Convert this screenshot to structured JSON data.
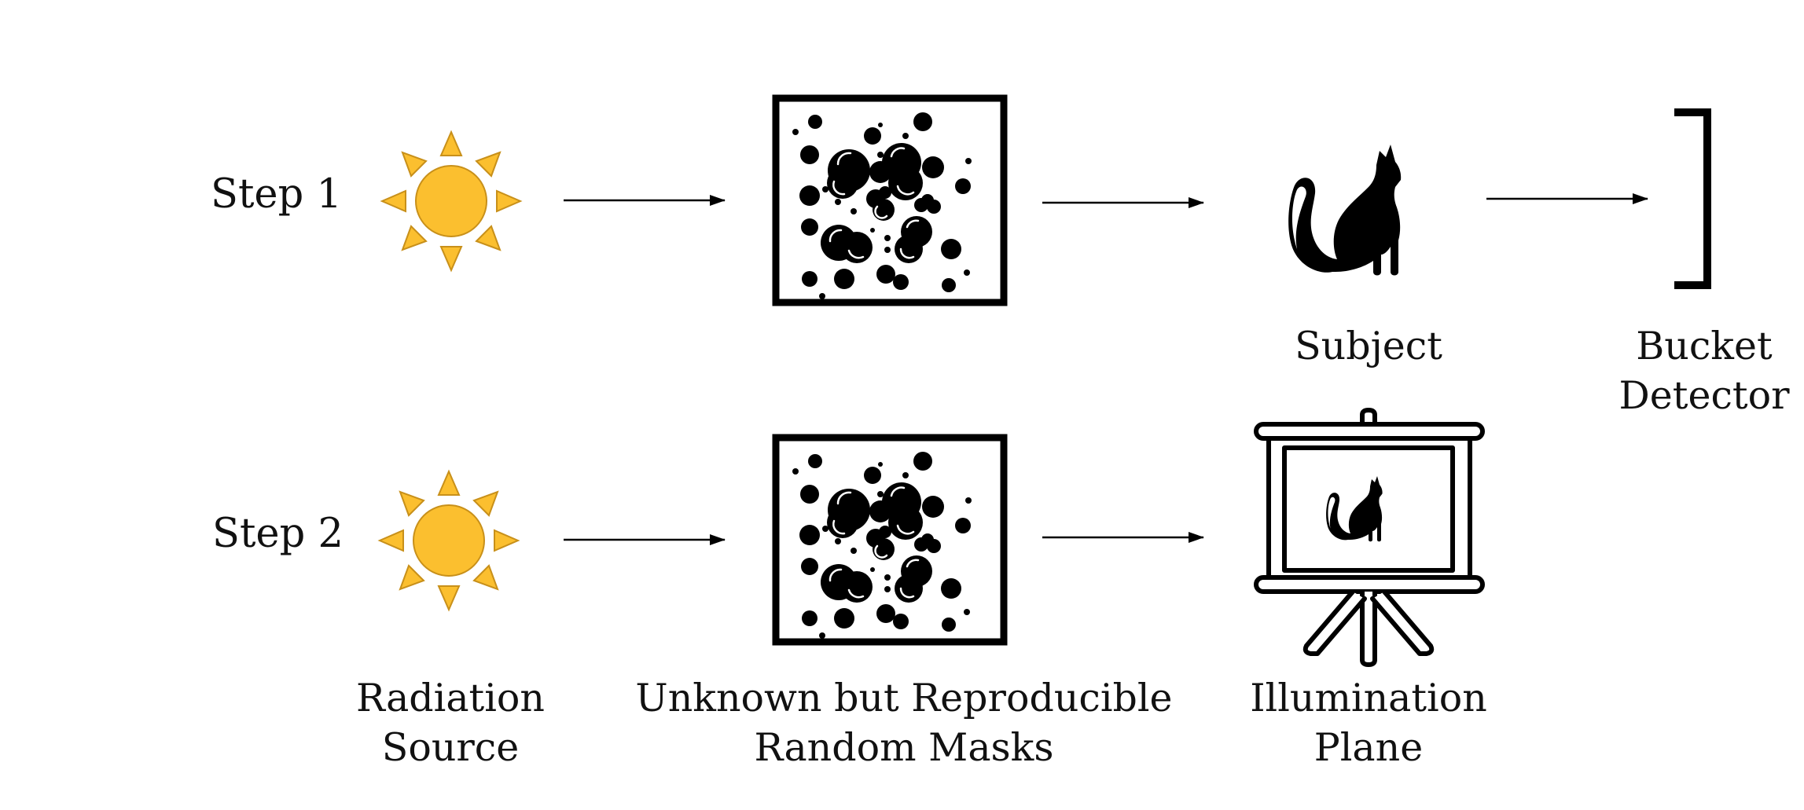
{
  "rows": [
    {
      "step_label": "Step 1"
    },
    {
      "step_label": "Step 2"
    }
  ],
  "labels": {
    "subject": "Subject",
    "bucket_detector": [
      "Bucket",
      "Detector"
    ],
    "radiation_source": [
      "Radiation",
      "Source"
    ],
    "random_masks": [
      "Unknown but Reproducible",
      "Random Masks"
    ],
    "illumination_plane": [
      "Illumination",
      "Plane"
    ]
  },
  "colors": {
    "sun_fill": "#fbbf2f",
    "sun_stroke": "#c8901a",
    "ink": "#000000"
  },
  "icons": {
    "source": "sun-icon",
    "mask": "random-mask-icon",
    "subject": "cat-icon",
    "detector": "bucket-detector-icon",
    "plane": "projection-screen-icon"
  }
}
